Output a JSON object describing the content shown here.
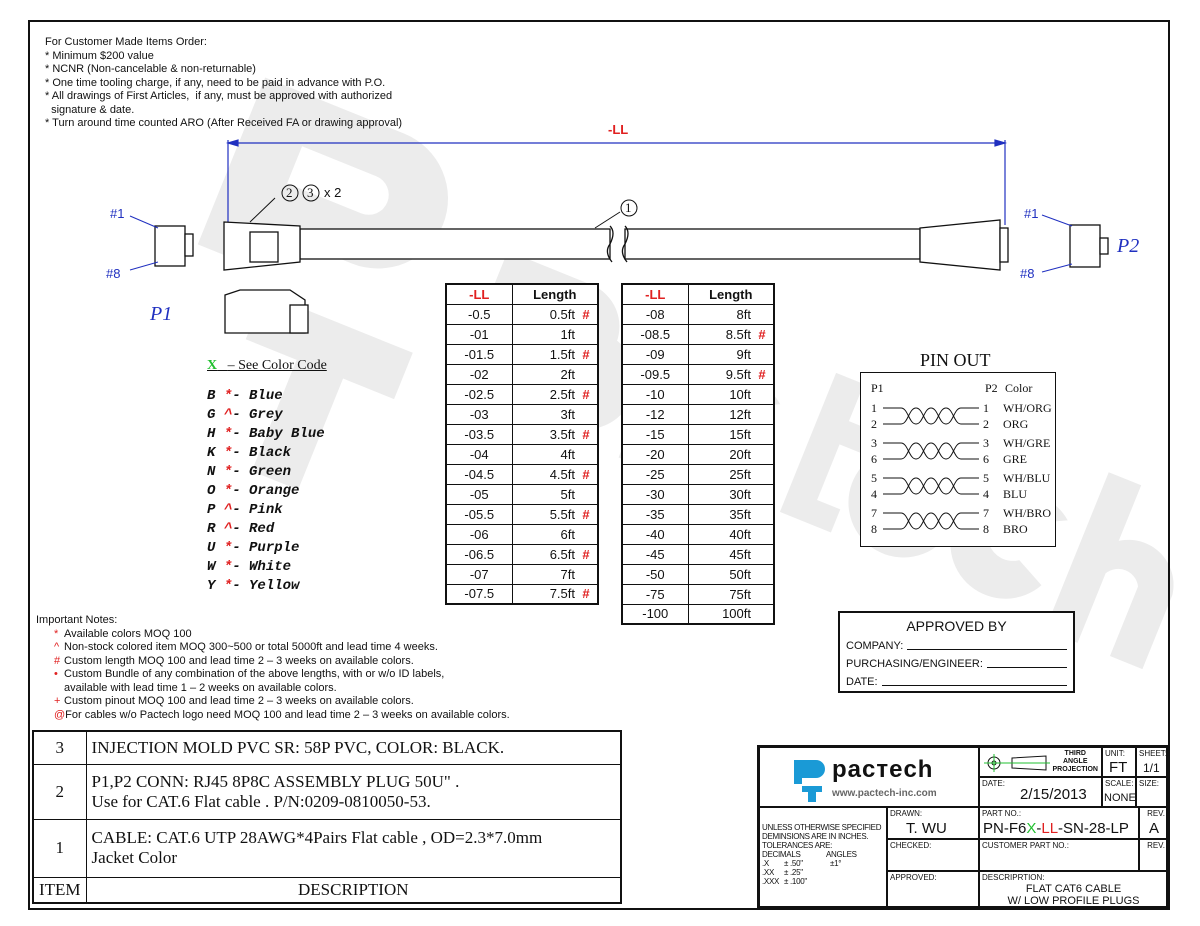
{
  "order_notes": {
    "title": "For Customer Made Items Order:",
    "lines": [
      "* Minimum $200 value",
      "* NCNR (Non-cancelable & non-returnable)",
      "* One time tooling charge, if any, need to be paid in advance with P.O.",
      "* All drawings of First Articles,  if any, must be approved with authorized",
      "  signature & date.",
      "* Turn around time counted ARO (After Received FA or drawing approval)"
    ]
  },
  "watermark": "PacTech",
  "drawing": {
    "dimension_label": "-LL",
    "balloon_1": "1",
    "balloon_2": "2",
    "balloon_3": "3",
    "balloon_multiplier": "x 2",
    "p1_label": "P1",
    "p2_label": "P2",
    "pin1": "#1",
    "pin8": "#8"
  },
  "color_code": {
    "header_code": "X",
    "header_text": "– See Color Code",
    "items": [
      {
        "code": "B",
        "mark": "*",
        "name": "Blue"
      },
      {
        "code": "G",
        "mark": "^",
        "name": "Grey"
      },
      {
        "code": "H",
        "mark": "*",
        "name": "Baby Blue"
      },
      {
        "code": "K",
        "mark": "*",
        "name": "Black"
      },
      {
        "code": "N",
        "mark": "*",
        "name": "Green"
      },
      {
        "code": "O",
        "mark": "*",
        "name": "Orange"
      },
      {
        "code": "P",
        "mark": "^",
        "name": "Pink"
      },
      {
        "code": "R",
        "mark": "^",
        "name": "Red"
      },
      {
        "code": "U",
        "mark": "*",
        "name": "Purple"
      },
      {
        "code": "W",
        "mark": "*",
        "name": "White"
      },
      {
        "code": "Y",
        "mark": "*",
        "name": "Yellow"
      }
    ]
  },
  "length_table_1": {
    "headers": [
      "-LL",
      "Length"
    ],
    "rows": [
      [
        "-0.5",
        "0.5ft",
        "#"
      ],
      [
        "-01",
        "1ft",
        ""
      ],
      [
        "-01.5",
        "1.5ft",
        "#"
      ],
      [
        "-02",
        "2ft",
        ""
      ],
      [
        "-02.5",
        "2.5ft",
        "#"
      ],
      [
        "-03",
        "3ft",
        ""
      ],
      [
        "-03.5",
        "3.5ft",
        "#"
      ],
      [
        "-04",
        "4ft",
        ""
      ],
      [
        "-04.5",
        "4.5ft",
        "#"
      ],
      [
        "-05",
        "5ft",
        ""
      ],
      [
        "-05.5",
        "5.5ft",
        "#"
      ],
      [
        "-06",
        "6ft",
        ""
      ],
      [
        "-06.5",
        "6.5ft",
        "#"
      ],
      [
        "-07",
        "7ft",
        ""
      ],
      [
        "-07.5",
        "7.5ft",
        "#"
      ]
    ]
  },
  "length_table_2": {
    "headers": [
      "-LL",
      "Length"
    ],
    "rows": [
      [
        "-08",
        "8ft",
        ""
      ],
      [
        "-08.5",
        "8.5ft",
        "#"
      ],
      [
        "-09",
        "9ft",
        ""
      ],
      [
        "-09.5",
        "9.5ft",
        "#"
      ],
      [
        "-10",
        "10ft",
        ""
      ],
      [
        "-12",
        "12ft",
        ""
      ],
      [
        "-15",
        "15ft",
        ""
      ],
      [
        "-20",
        "20ft",
        ""
      ],
      [
        "-25",
        "25ft",
        ""
      ],
      [
        "-30",
        "30ft",
        ""
      ],
      [
        "-35",
        "35ft",
        ""
      ],
      [
        "-40",
        "40ft",
        ""
      ],
      [
        "-45",
        "45ft",
        ""
      ],
      [
        "-50",
        "50ft",
        ""
      ],
      [
        "-75",
        "75ft",
        ""
      ],
      [
        "-100",
        "100ft",
        ""
      ]
    ]
  },
  "pinout": {
    "title": "PIN OUT",
    "p1": "P1",
    "p2": "P2",
    "color": "Color",
    "pairs": [
      [
        "1",
        "2",
        "WH/ORG",
        "ORG"
      ],
      [
        "3",
        "6",
        "WH/GRE",
        "GRE"
      ],
      [
        "5",
        "4",
        "WH/BLU",
        "BLU"
      ],
      [
        "7",
        "8",
        "WH/BRO",
        "BRO"
      ]
    ]
  },
  "approval": {
    "title": "APPROVED BY",
    "fields": [
      "COMPANY:",
      "PURCHASING/ENGINEER:",
      "DATE:"
    ]
  },
  "important_notes": {
    "title": "Important Notes:",
    "items": [
      {
        "mark": "*",
        "text": "Available colors MOQ 100"
      },
      {
        "mark": "^",
        "text": "Non-stock colored item MOQ 300~500 or total 5000ft and lead time 4 weeks."
      },
      {
        "mark": "#",
        "text": "Custom length MOQ 100 and lead time 2 – 3 weeks on available colors."
      },
      {
        "mark": "•",
        "text": "Custom Bundle of any combination of the above lengths, with or w/o ID labels,"
      },
      {
        "mark": "",
        "text": "available with lead time 1 – 2 weeks on available colors."
      },
      {
        "mark": "+",
        "text": "Custom pinout MOQ 100 and lead time 2 – 3 weeks on available colors."
      },
      {
        "mark": "@",
        "text": "For cables w/o Pactech logo need MOQ 100 and lead time 2 – 3 weeks on available colors."
      }
    ]
  },
  "bom": {
    "rows": [
      {
        "item": "3",
        "desc": [
          "INJECTION MOLD PVC SR: 58P PVC, COLOR: BLACK."
        ]
      },
      {
        "item": "2",
        "desc": [
          "P1,P2 CONN: RJ45 8P8C ASSEMBLY PLUG 50U\" .",
          "Use for CAT.6  Flat cable  . P/N:0209-0810050-53."
        ]
      },
      {
        "item": "1",
        "desc": [
          "CABLE: CAT.6 UTP 28AWG*4Pairs Flat cable , OD=2.3*7.0mm",
          "Jacket Color"
        ]
      }
    ],
    "header_item": "ITEM",
    "header_desc": "DESCRIPTION"
  },
  "title_block": {
    "logo_text": "pacтech",
    "website": "www.pactech-inc.com",
    "projection": [
      "THIRD",
      "ANGLE",
      "PROJECTION"
    ],
    "unit_label": "UNIT:",
    "unit": "FT",
    "sheet_label": "SHEET:",
    "sheet": "1/1",
    "date_label": "DATE:",
    "date": "2/15/2013",
    "scale_label": "SCALE:",
    "scale": "NONE",
    "size_label": "SIZE:",
    "tolerances": [
      "UNLESS OTHERWISE SPECIFIED",
      "DEMINSIONS ARE IN INCHES.",
      "TOLERANCES ARE:"
    ],
    "tol_decimals": "DECIMALS",
    "tol_angles": "ANGLES",
    "tol_rows": [
      [
        ".X",
        "± .50\"",
        "±1°"
      ],
      [
        ".XX",
        "± .25\"",
        ""
      ],
      [
        ".XXX",
        "± .100\"",
        ""
      ]
    ],
    "drawn_label": "DRAWN:",
    "drawn": "T. WU",
    "checked_label": "CHECKED:",
    "approved_label": "APPROVED:",
    "part_no_label": "PART NO.:",
    "part_no": [
      "PN-F6",
      "X",
      "-",
      "LL",
      "-SN-28-LP"
    ],
    "rev_label": "REV.",
    "rev": "A",
    "customer_part_label": "CUSTOMER PART NO.:",
    "rev2_label": "REV.",
    "description_label": "DESCRIPRTION:",
    "description": [
      "FLAT CAT6 CABLE",
      "W/ LOW PROFILE PLUGS"
    ]
  },
  "colors": {
    "accent_red": "#e02020",
    "accent_green": "#22c030",
    "label_blue": "#2030c0",
    "logo_blue": "#1a9ad6"
  }
}
